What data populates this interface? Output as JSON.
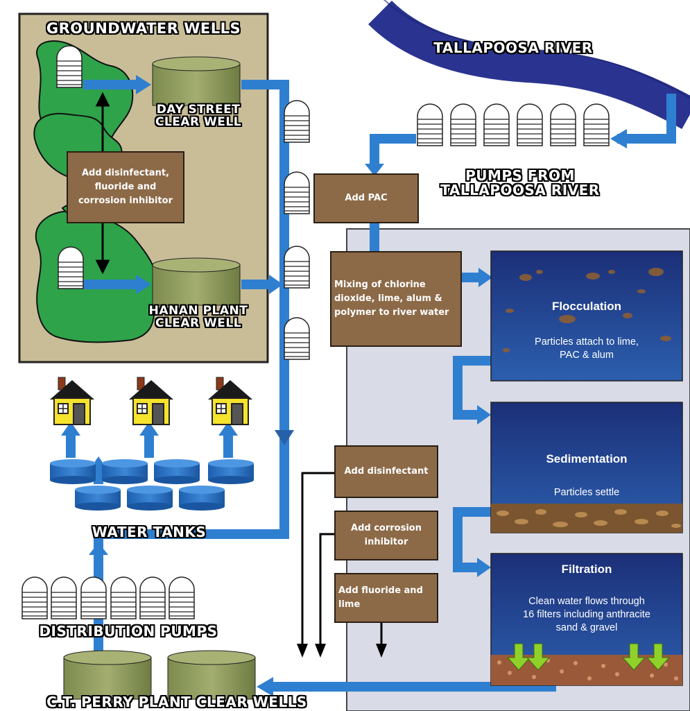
{
  "title": "",
  "labels": {
    "groundwater_wells": "GROUNDWATER WELLS",
    "day_street_clear_well": "DAY STREET\nCLEAR WELL",
    "hanan_plant_clear_well": "HANAN PLANT\nCLEAR WELL",
    "tallapoosa_river": "TALLAPOOSA RIVER",
    "pumps_from_river": "PUMPS FROM\nTALLAPOOSA RIVER",
    "water_tanks": "WATER TANKS",
    "distribution_pumps": "DISTRIBUTION PUMPS",
    "ct_perry_clear_wells": "C.T. PERRY PLANT CLEAR WELLS"
  },
  "steps": {
    "groundwater_treatment": "Add disinfectant, fluoride and corrosion inhibitor",
    "add_pac": "Add PAC",
    "mixing": "Mixing of chlorine dioxide, lime, alum & polymer to river water",
    "add_disinfectant": "Add disinfectant",
    "add_corrosion_inhibitor": "Add corrosion inhibitor",
    "add_fluoride_lime": "Add fluoride and lime"
  },
  "panels": {
    "flocculation": {
      "title": "Flocculation",
      "desc": "Particles attach to lime,\nPAC & alum"
    },
    "sedimentation": {
      "title": "Sedimentation",
      "desc": "Particles settle"
    },
    "filtration": {
      "title": "Filtration",
      "desc": "Clean water flows through\n16 filters including anthracite\nsand & gravel"
    }
  },
  "colors": {
    "flow": "#2f7fd1",
    "river": "#2a3490",
    "treatment_box": "#8c6a48",
    "groundwater_panel": "#c9bd98",
    "plant_background": "#d9dbe6",
    "panel_blue": "#1f3e8a",
    "clear_well": "#8d9a5c",
    "land": "#2ea34a",
    "house_wall": "#f5e32c"
  },
  "icons": [
    "well-pump-icon",
    "clear-well-tank-icon",
    "house-icon",
    "water-tank-icon",
    "arrow-icon"
  ]
}
